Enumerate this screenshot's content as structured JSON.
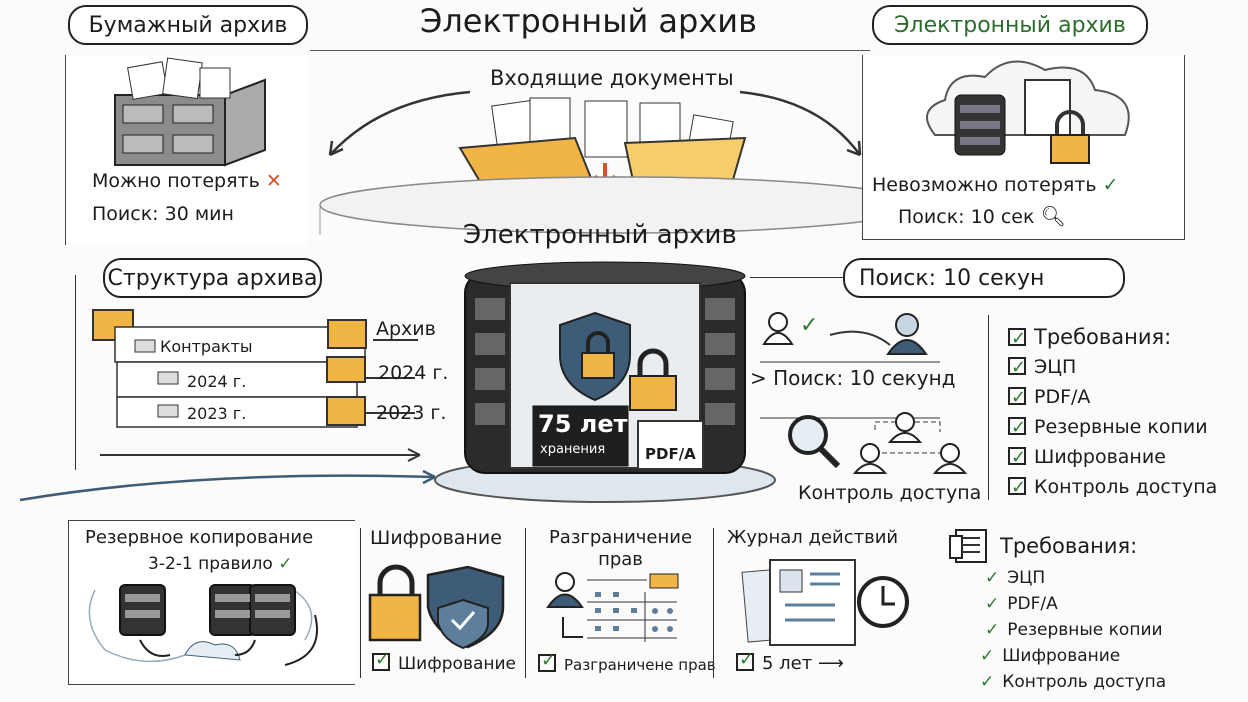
{
  "header": {
    "title": "Электронный архив",
    "left_badge": "Бумажный архив",
    "right_badge": "Электронный архив"
  },
  "paper": {
    "risk": "Можно потерять",
    "search": "Поиск: 30 мин"
  },
  "electronic": {
    "risk": "Невозможно потерять",
    "search": "Поиск: 10 сек"
  },
  "center": {
    "incoming": "Входящие документы",
    "archive_label": "Электронный архив",
    "storage_years": "75 лет",
    "storage_caption": "хранения",
    "format": "PDF/A"
  },
  "structure": {
    "title": "Структура архива",
    "tree": [
      "Контракты",
      "2024 г.",
      "2023 г."
    ],
    "folders": [
      "Архив",
      "2024 г.",
      "2023 г."
    ]
  },
  "search_panel": {
    "title": "Поиск: 10 секун",
    "search": "Поиск: 10 секунд",
    "access": "Контроль доступа"
  },
  "requirements_right": {
    "title": "Требования:",
    "items": [
      "ЭЦП",
      "PDF/A",
      "Резервные копии",
      "Шифрование",
      "Контроль доступа"
    ]
  },
  "bottom": {
    "backup": {
      "title": "Резервное копирование",
      "rule": "3-2-1 правило"
    },
    "encryption": {
      "title": "Шифрование",
      "check": "Шифрование"
    },
    "rights": {
      "title": "Разграничение прав",
      "check": "Разграничене прав"
    },
    "journal": {
      "title": "Журнал действий",
      "check": "5 лет"
    }
  },
  "requirements_bottom": {
    "title": "Требования:",
    "items": [
      "ЭЦП",
      "PDF/A",
      "Резервные копии",
      "Шифрование",
      "Контроль доступа"
    ]
  },
  "colors": {
    "accent_green": "#2e7a34",
    "folder": "#f0b545",
    "steel": "#3e5c78",
    "dark": "#2a2a2a"
  }
}
